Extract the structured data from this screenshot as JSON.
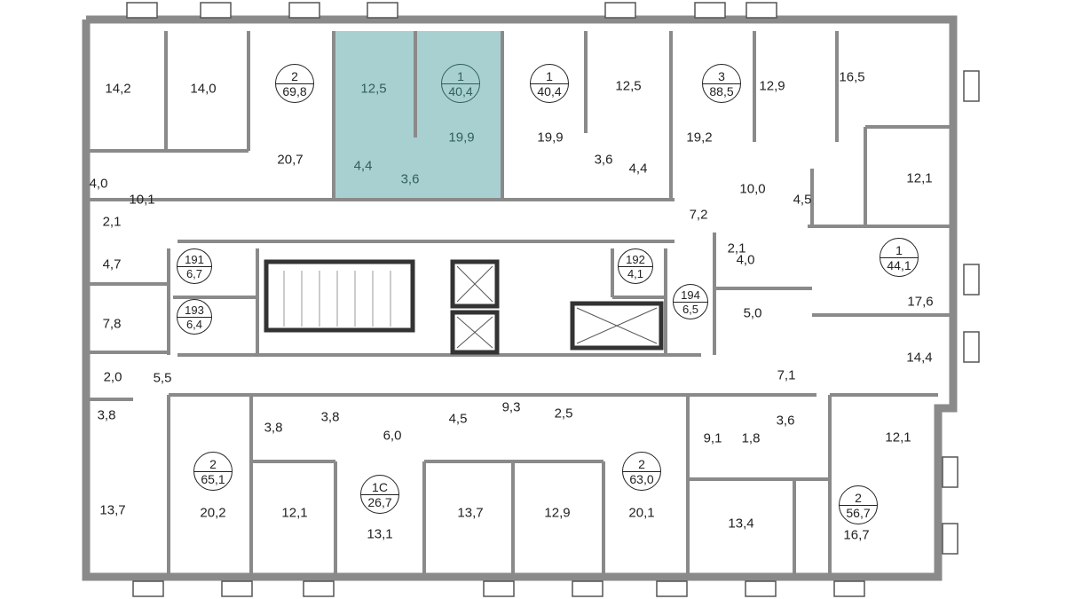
{
  "colors": {
    "wall": "#8a8a8a",
    "wall_dark": "#3a3a3a",
    "selected_fill": "#a9d0d0",
    "selected_text": "#2e5f5f"
  },
  "apartments": [
    {
      "rooms": "2",
      "area": "69,8"
    },
    {
      "rooms": "1",
      "area": "40,4",
      "selected": true
    },
    {
      "rooms": "1",
      "area": "40,4"
    },
    {
      "rooms": "3",
      "area": "88,5"
    },
    {
      "rooms": "1",
      "area": "44,1"
    },
    {
      "rooms": "2",
      "area": "65,1"
    },
    {
      "rooms": "1С",
      "area": "26,7"
    },
    {
      "rooms": "2",
      "area": "63,0"
    },
    {
      "rooms": "2",
      "area": "56,7"
    }
  ],
  "storage_units": [
    {
      "number": "191",
      "area": "6,7"
    },
    {
      "number": "193",
      "area": "6,4"
    },
    {
      "number": "192",
      "area": "4,1"
    },
    {
      "number": "194",
      "area": "6,5"
    }
  ],
  "room_areas": [
    "14,2",
    "14,0",
    "20,7",
    "12,5",
    "19,9",
    "4,4",
    "3,6",
    "19,9",
    "12,5",
    "3,6",
    "4,4",
    "19,2",
    "12,9",
    "16,5",
    "10,0",
    "4,5",
    "12,1",
    "7,2",
    "2,1",
    "4,0",
    "4,0",
    "10,1",
    "2,1",
    "4,7",
    "7,8",
    "2,0",
    "5,5",
    "3,8",
    "5,0",
    "17,6",
    "14,4",
    "7,1",
    "13,7",
    "20,2",
    "12,1",
    "3,8",
    "3,8",
    "6,0",
    "13,1",
    "4,5",
    "9,3",
    "2,5",
    "13,7",
    "12,9",
    "20,1",
    "9,1",
    "1,8",
    "3,6",
    "12,1",
    "13,4",
    "16,7"
  ]
}
